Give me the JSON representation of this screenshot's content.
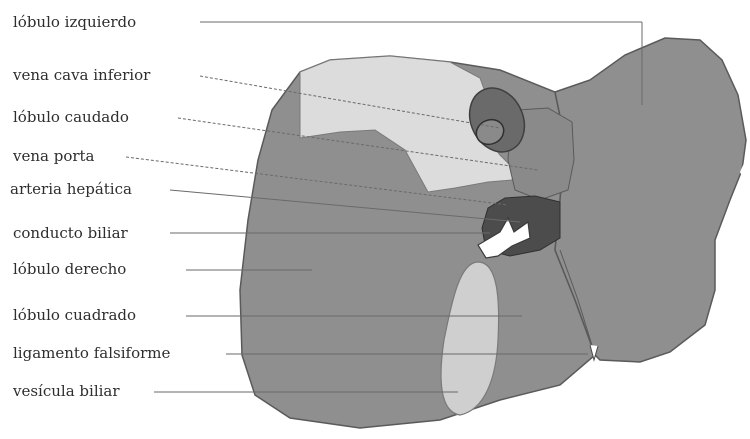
{
  "diagram": {
    "labels": {
      "left_lobe": "lóbulo izquierdo",
      "inferior_vena_cava": "vena cava inferior",
      "caudate_lobe": "lóbulo caudado",
      "portal_vein": "vena porta",
      "hepatic_artery": "arteria hepática",
      "bile_duct": "conducto biliar",
      "right_lobe": "lóbulo derecho",
      "quadrate_lobe": "lóbulo cuadrado",
      "falciform_ligament": "ligamento falsiforme",
      "gallbladder": "vesícula biliar"
    },
    "colors": {
      "liver": "#8f8f8f",
      "liver_outline": "#5a5a5a",
      "bare_area": "#dcdcdc",
      "vena_cava": "#6a6a6a",
      "hilum": "#4c4c4c",
      "gallbladder": "#cfcfcf",
      "label_text": "#2e2e2e"
    }
  }
}
